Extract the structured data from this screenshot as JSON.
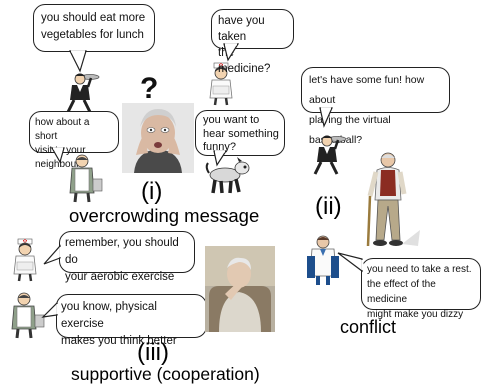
{
  "bubbles": {
    "eat_vegetables": "you should eat more\nvegetables for lunch",
    "medicine": "have you taken\nthe medicine?",
    "neighbour": "how about a short\nvisit to your neighbour",
    "funny": "you want to\nhear something\nfunny?",
    "basketball": "let's have some fun! how about\nplaying the virtual basketball?",
    "aerobic": "remember, you should do\nyour aerobic exercise",
    "exercise": "you know, physical exercise\nmakes you think better",
    "rest": "you need to take a rest.\nthe effect of the medicine\nmight make you dizzy"
  },
  "labels": {
    "question_mark": "?",
    "i": "(i)",
    "i_caption": "overcrowding message",
    "ii": "(ii)",
    "ii_caption": "conflict",
    "iii": "(iii)",
    "iii_caption": "supportive (cooperation)"
  },
  "colors": {
    "outline": "#222222",
    "text": "#111111",
    "background": "#ffffff"
  },
  "icons": [
    "waiter-figure",
    "nurse-figure",
    "robot-dog-figure",
    "caretaker-figure",
    "elderly-man-figure",
    "doctor-figure",
    "elderly-woman-photo",
    "thinking-woman-photo"
  ]
}
